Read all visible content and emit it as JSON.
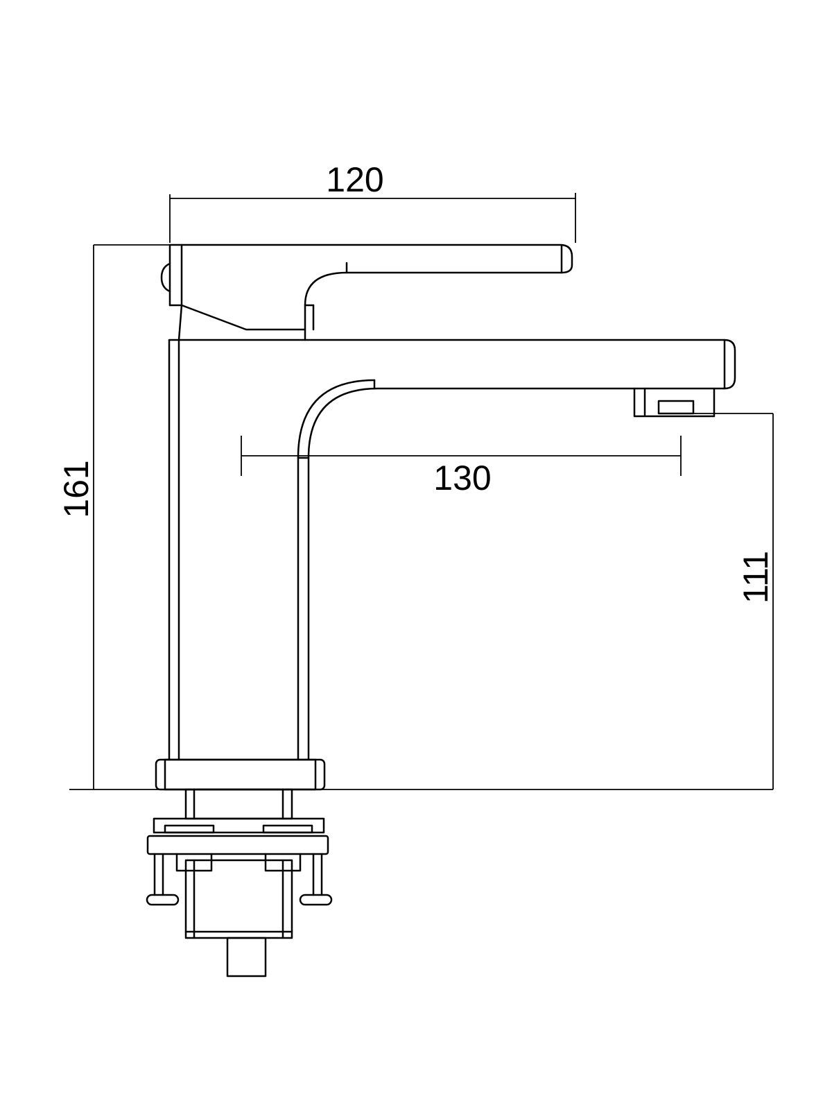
{
  "dimensions": {
    "handle_width": "120",
    "total_height": "161",
    "spout_reach": "130",
    "spout_height": "111"
  },
  "colors": {
    "line": "#000000",
    "background": "#ffffff"
  }
}
